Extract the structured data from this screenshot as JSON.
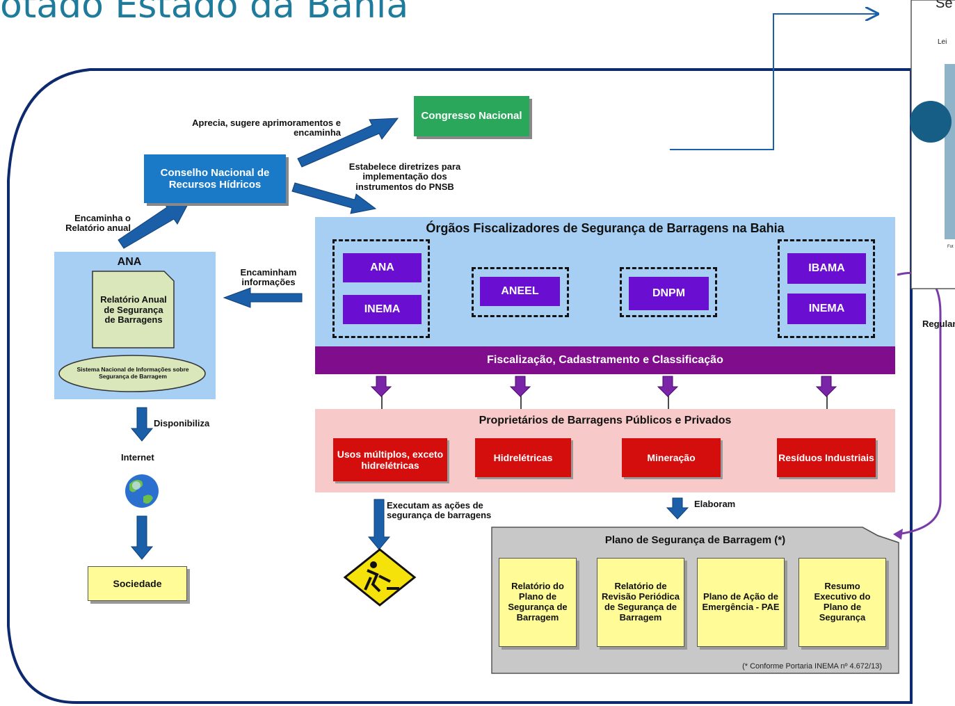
{
  "header": {
    "title": "otado Estado da Bahia"
  },
  "inset": {
    "top_text": "Se",
    "sub_text": "Lei",
    "foot_text": "Fot"
  },
  "boxes": {
    "congresso": "Congresso Nacional",
    "cnrh": "Conselho Nacional de Recursos Hídricos",
    "ana_title": "ANA",
    "relatorio_anual": "Relatório Anual de Segurança de Barragens",
    "sistema": "Sistema Nacional de Informações sobre Segurança de Barragem",
    "internet": "Internet",
    "sociedade": "Sociedade"
  },
  "labels": {
    "aprecia": "Aprecia, sugere aprimoramentos e encaminha",
    "estabelece": "Estabelece diretrizes para implementação dos instrumentos do PNSB",
    "encaminha_relatorio": "Encaminha o Relatório anual",
    "encaminham": "Encaminham informações",
    "disponibiliza": "Disponibiliza",
    "executam": "Executam as ações de segurança de barragens",
    "elaboram": "Elaboram",
    "regulamentacao": "Regulamentação"
  },
  "orgaos": {
    "title": "Órgãos Fiscalizadores de Segurança de Barragens na Bahia",
    "ana": "ANA",
    "inema_left": "INEMA",
    "aneel": "ANEEL",
    "dnpm": "DNPM",
    "ibama": "IBAMA",
    "inema_right": "INEMA",
    "bar": "Fiscalização, Cadastramento e Classificação"
  },
  "proprietarios": {
    "title": "Proprietários de Barragens Públicos e Privados",
    "usos": "Usos múltiplos, exceto hidrelétricas",
    "hidreletricas": "Hidrelétricas",
    "mineracao": "Mineração",
    "residuos": "Resíduos Industriais"
  },
  "plano": {
    "title": "Plano de Segurança de Barragem (*)",
    "doc1": "Relatório do Plano de Segurança de Barragem",
    "doc2": "Relatório de Revisão Periódica de Segurança de Barragem",
    "doc3": "Plano de Ação de Emergência - PAE",
    "doc4": "Resumo Executivo do Plano de Segurança",
    "footnote": "(* Conforme Portaria INEMA nº 4.672/13)"
  },
  "colors": {
    "title": "#1f7b9c",
    "frame": "#0d2a6e",
    "arrow": "#1a5fa8",
    "purple": "#6a0fd2",
    "bar": "#7f0d8c"
  }
}
